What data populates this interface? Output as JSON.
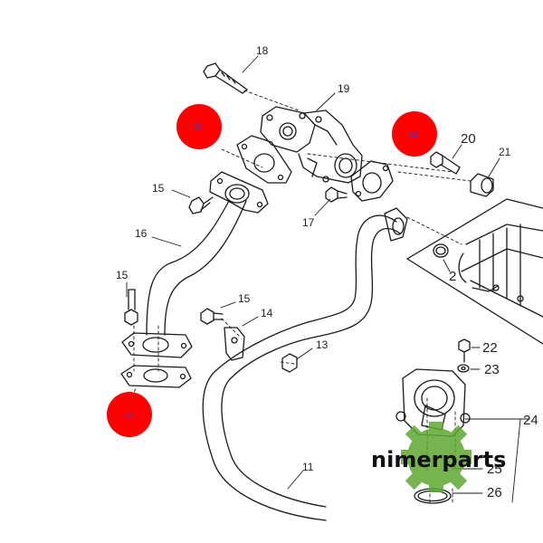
{
  "diagram": {
    "part_labels": {
      "p18": "18",
      "p19": "19",
      "p20": "20",
      "p21": "21",
      "p15a": "15",
      "p15b": "15",
      "p15c": "15",
      "p16": "16",
      "p17": "17",
      "p14": "14",
      "p13": "13",
      "p11": "11",
      "p2": "2",
      "p22": "22",
      "p23": "23",
      "p24": "24",
      "p25": "25",
      "p26": "26"
    },
    "markers": [
      {
        "id": "marker-1",
        "label": "12",
        "color": "#ff0000"
      },
      {
        "id": "marker-2",
        "label": "12",
        "color": "#ff0000"
      },
      {
        "id": "marker-3",
        "label": "12",
        "color": "#ff0000"
      }
    ]
  },
  "watermark": {
    "brand": "nimerparts",
    "gear_color": "#5fa832"
  },
  "colors": {
    "line": "#1a1a1a",
    "marker": "#ff0000"
  }
}
